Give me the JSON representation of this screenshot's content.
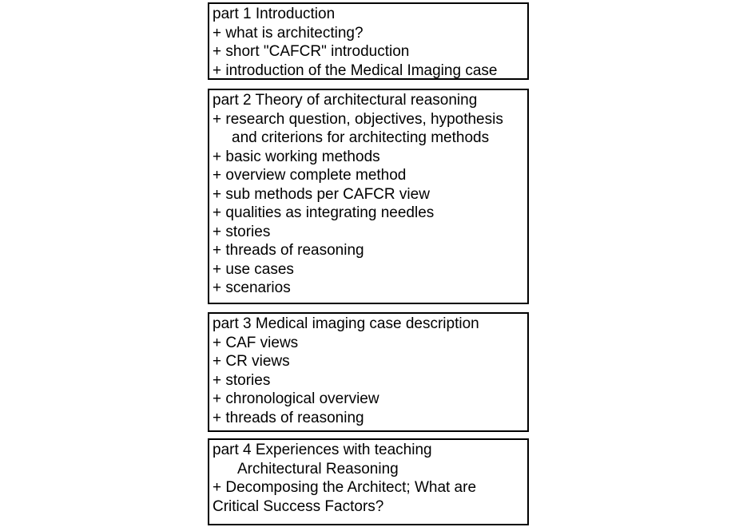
{
  "slide": {
    "background_color": "#ffffff",
    "box_border_color": "#000000",
    "text_color": "#000000"
  },
  "boxes": [
    {
      "id": "part-1",
      "lines": [
        "part 1 Introduction",
        "+ what is architecting?",
        "+ short \"CAFCR\" introduction",
        "+ introduction of the Medical Imaging case"
      ]
    },
    {
      "id": "part-2",
      "lines": [
        "part 2 Theory of architectural reasoning",
        "+ research question, objectives, hypothesis",
        "and criterions for architecting methods",
        "+ basic working methods",
        "+ overview complete method",
        "+ sub methods per CAFCR view",
        "+ qualities as integrating needles",
        "+ stories",
        "+ threads of reasoning",
        "+ use cases",
        "+ scenarios"
      ]
    },
    {
      "id": "part-3",
      "lines": [
        "part 3 Medical imaging case description",
        "+ CAF views",
        "+ CR views",
        "+ stories",
        "+ chronological overview",
        "+ threads of reasoning"
      ]
    },
    {
      "id": "part-4",
      "lines": [
        "part 4 Experiences with teaching",
        "Architectural Reasoning",
        "+ Decomposing the Architect; What are",
        "Critical Success Factors?"
      ]
    }
  ]
}
